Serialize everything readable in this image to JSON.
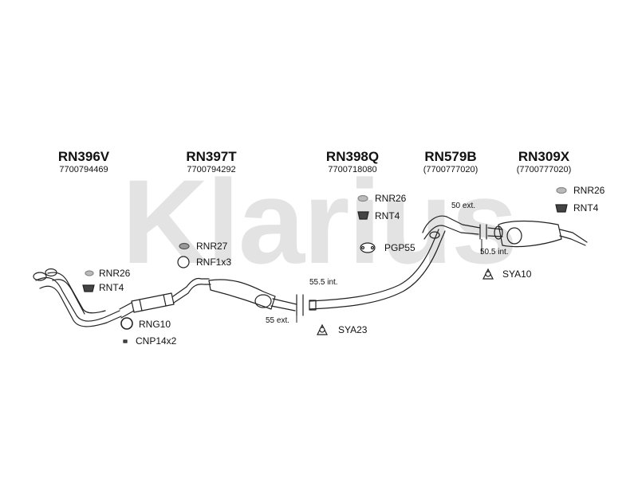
{
  "brand": {
    "watermark_text": "Klarius"
  },
  "sections": [
    {
      "code": "RN396V",
      "oe": "7700794469"
    },
    {
      "code": "RN397T",
      "oe": "7700794292"
    },
    {
      "code": "RN398Q",
      "oe": "7700718080"
    },
    {
      "code": "RN579B",
      "oe": "(7700777020)"
    },
    {
      "code": "RN309X",
      "oe": "(7700777020)"
    }
  ],
  "parts": [
    {
      "label": "RNR26",
      "icon": "rubber-ring-icon"
    },
    {
      "label": "RNT4",
      "icon": "rubber-mount-icon"
    },
    {
      "label": "RNR27",
      "icon": "rubber-ring-icon"
    },
    {
      "label": "RNF1x3",
      "icon": "gasket-ring-icon"
    },
    {
      "label": "RNG10",
      "icon": "gasket-ring-icon"
    },
    {
      "label": "CNP14x2",
      "icon": "bolt-icon"
    },
    {
      "label": "RNR26",
      "icon": "rubber-ring-icon"
    },
    {
      "label": "RNT4",
      "icon": "rubber-mount-icon"
    },
    {
      "label": "PGP55",
      "icon": "flange-gasket-icon"
    },
    {
      "label": "SYA23",
      "icon": "clamp-icon"
    },
    {
      "label": "SYA10",
      "icon": "clamp-icon"
    },
    {
      "label": "RNR26",
      "icon": "rubber-ring-icon"
    },
    {
      "label": "RNT4",
      "icon": "rubber-mount-icon"
    }
  ],
  "dimensions": [
    {
      "label": "55.5 int."
    },
    {
      "label": "55 ext."
    },
    {
      "label": "50 ext."
    },
    {
      "label": "50.5 int."
    }
  ]
}
